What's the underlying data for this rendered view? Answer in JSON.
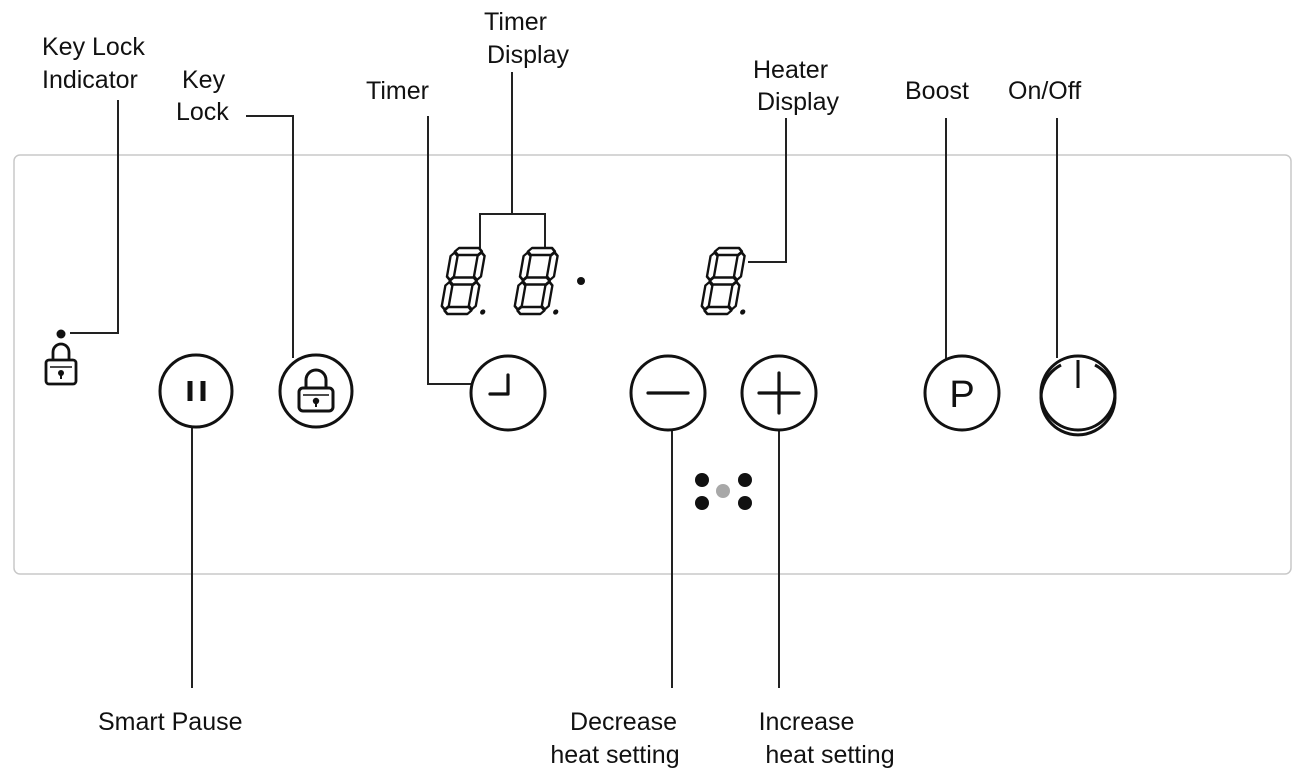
{
  "labels": {
    "key_lock_indicator": [
      "Key Lock",
      "Indicator"
    ],
    "key_lock": [
      "Key",
      "Lock"
    ],
    "timer": "Timer",
    "timer_display": [
      "Timer",
      "Display"
    ],
    "heater_display": [
      "Heater",
      "Display"
    ],
    "boost": "Boost",
    "on_off": "On/Off",
    "smart_pause": "Smart Pause",
    "decrease": [
      "Decrease",
      "heat setting"
    ],
    "increase": [
      "Increase",
      "heat setting"
    ]
  },
  "boost_letter": "P",
  "colors": {
    "panel_border": "#c8c8c8",
    "ink": "#111111",
    "zone_dot_center": "#a8a8a8"
  },
  "icons": {
    "key_lock_indicator": "padlock-icon",
    "smart_pause": "pause-icon",
    "key_lock": "padlock-icon",
    "timer": "clock-icon",
    "decrease": "minus-icon",
    "increase": "plus-icon",
    "boost": "letter-p-icon",
    "on_off": "power-icon",
    "zone_indicator": "dots-icon"
  }
}
